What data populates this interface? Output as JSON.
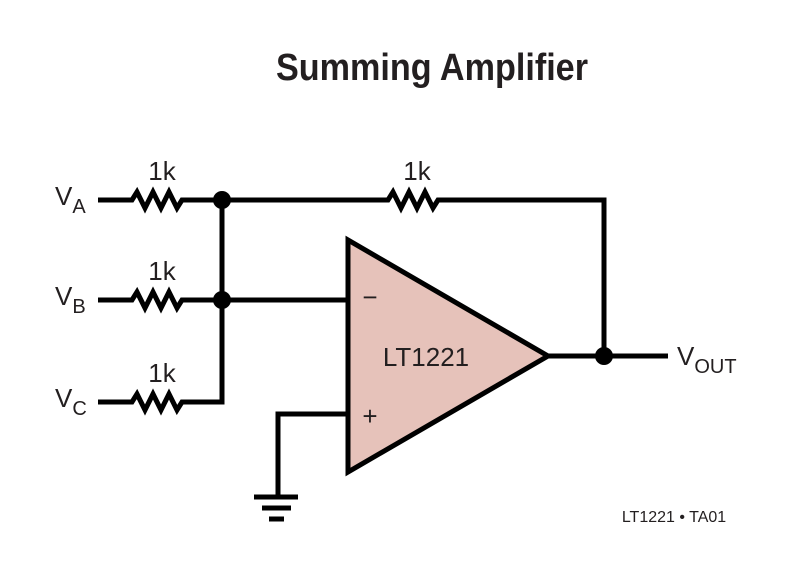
{
  "title": "Summing Amplifier",
  "inputs": [
    {
      "main": "V",
      "sub": "A"
    },
    {
      "main": "V",
      "sub": "B"
    },
    {
      "main": "V",
      "sub": "C"
    }
  ],
  "input_resistors": [
    "1k",
    "1k",
    "1k"
  ],
  "feedback_resistor": "1k",
  "opamp": {
    "part": "LT1221",
    "inverting": "−",
    "noninverting": "+",
    "fill_color": "#e6c2ba"
  },
  "output": {
    "main": "V",
    "sub": "OUT"
  },
  "figure_ref": "LT1221 • TA01"
}
